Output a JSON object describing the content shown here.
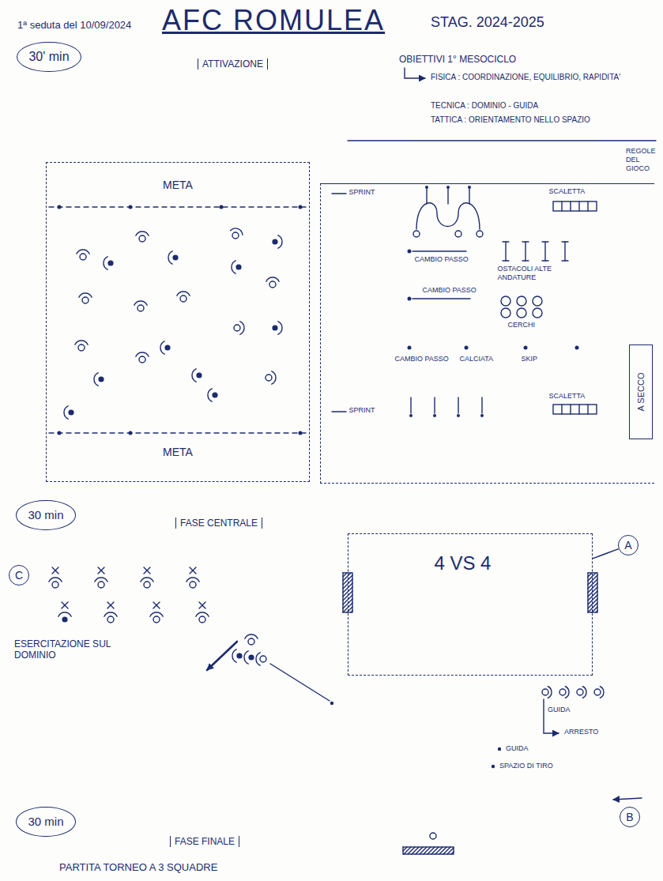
{
  "diagram": {
    "title": "AFC ROMULEA",
    "nodes": [
      {
        "text": [
          "30' min"
        ]
      },
      {
        "text": [
          "META",
          "META"
        ]
      },
      {
        "text": [
          "SPRINT",
          "SCALETTA",
          "CAMBIO PASSO",
          "OSTACOLI ALTE ANDATURE",
          "CAMBIO PASSO",
          "CERCHI",
          "CAMBIO PASSO",
          "CALCIATA",
          "SKIP",
          "SCALETTA",
          "SPRINT"
        ]
      },
      {
        "text": [
          "A SECCO"
        ],
        "in": 2
      },
      {
        "text": [
          "30 min"
        ]
      },
      {
        "text": [
          "C"
        ]
      },
      {
        "text": [
          "4 VS 4"
        ]
      },
      {
        "text": [
          "A"
        ]
      },
      {
        "text": [
          "B"
        ]
      },
      {
        "text": [
          "30 min"
        ]
      }
    ],
    "edges": [
      {
        "from": 7,
        "to": 6,
        "arrow": "none"
      }
    ],
    "labels": [
      "1ª seduta del 10/09/2024",
      "STAG. 2024-2025",
      "OBIETTIVI 1° MESOCICLO",
      "FISICA : COORDINAZIONE, EQUILIBRIO, RAPIDITA'",
      "TECNICA : DOMINIO - GUIDA",
      "TATTICA : ORIENTAMENTO NELLO SPAZIO",
      "REGOLE DEL GIOCO",
      "ATTIVAZIONE",
      "FASE CENTRALE",
      "ESERCITAZIONE SUL DOMINIO",
      "GUIDA",
      "ARRESTO",
      "GUIDA",
      "SPAZIO DI TIRO",
      "FASE FINALE",
      "PARTITA TORNEO A 3 SQUADRE"
    ]
  }
}
